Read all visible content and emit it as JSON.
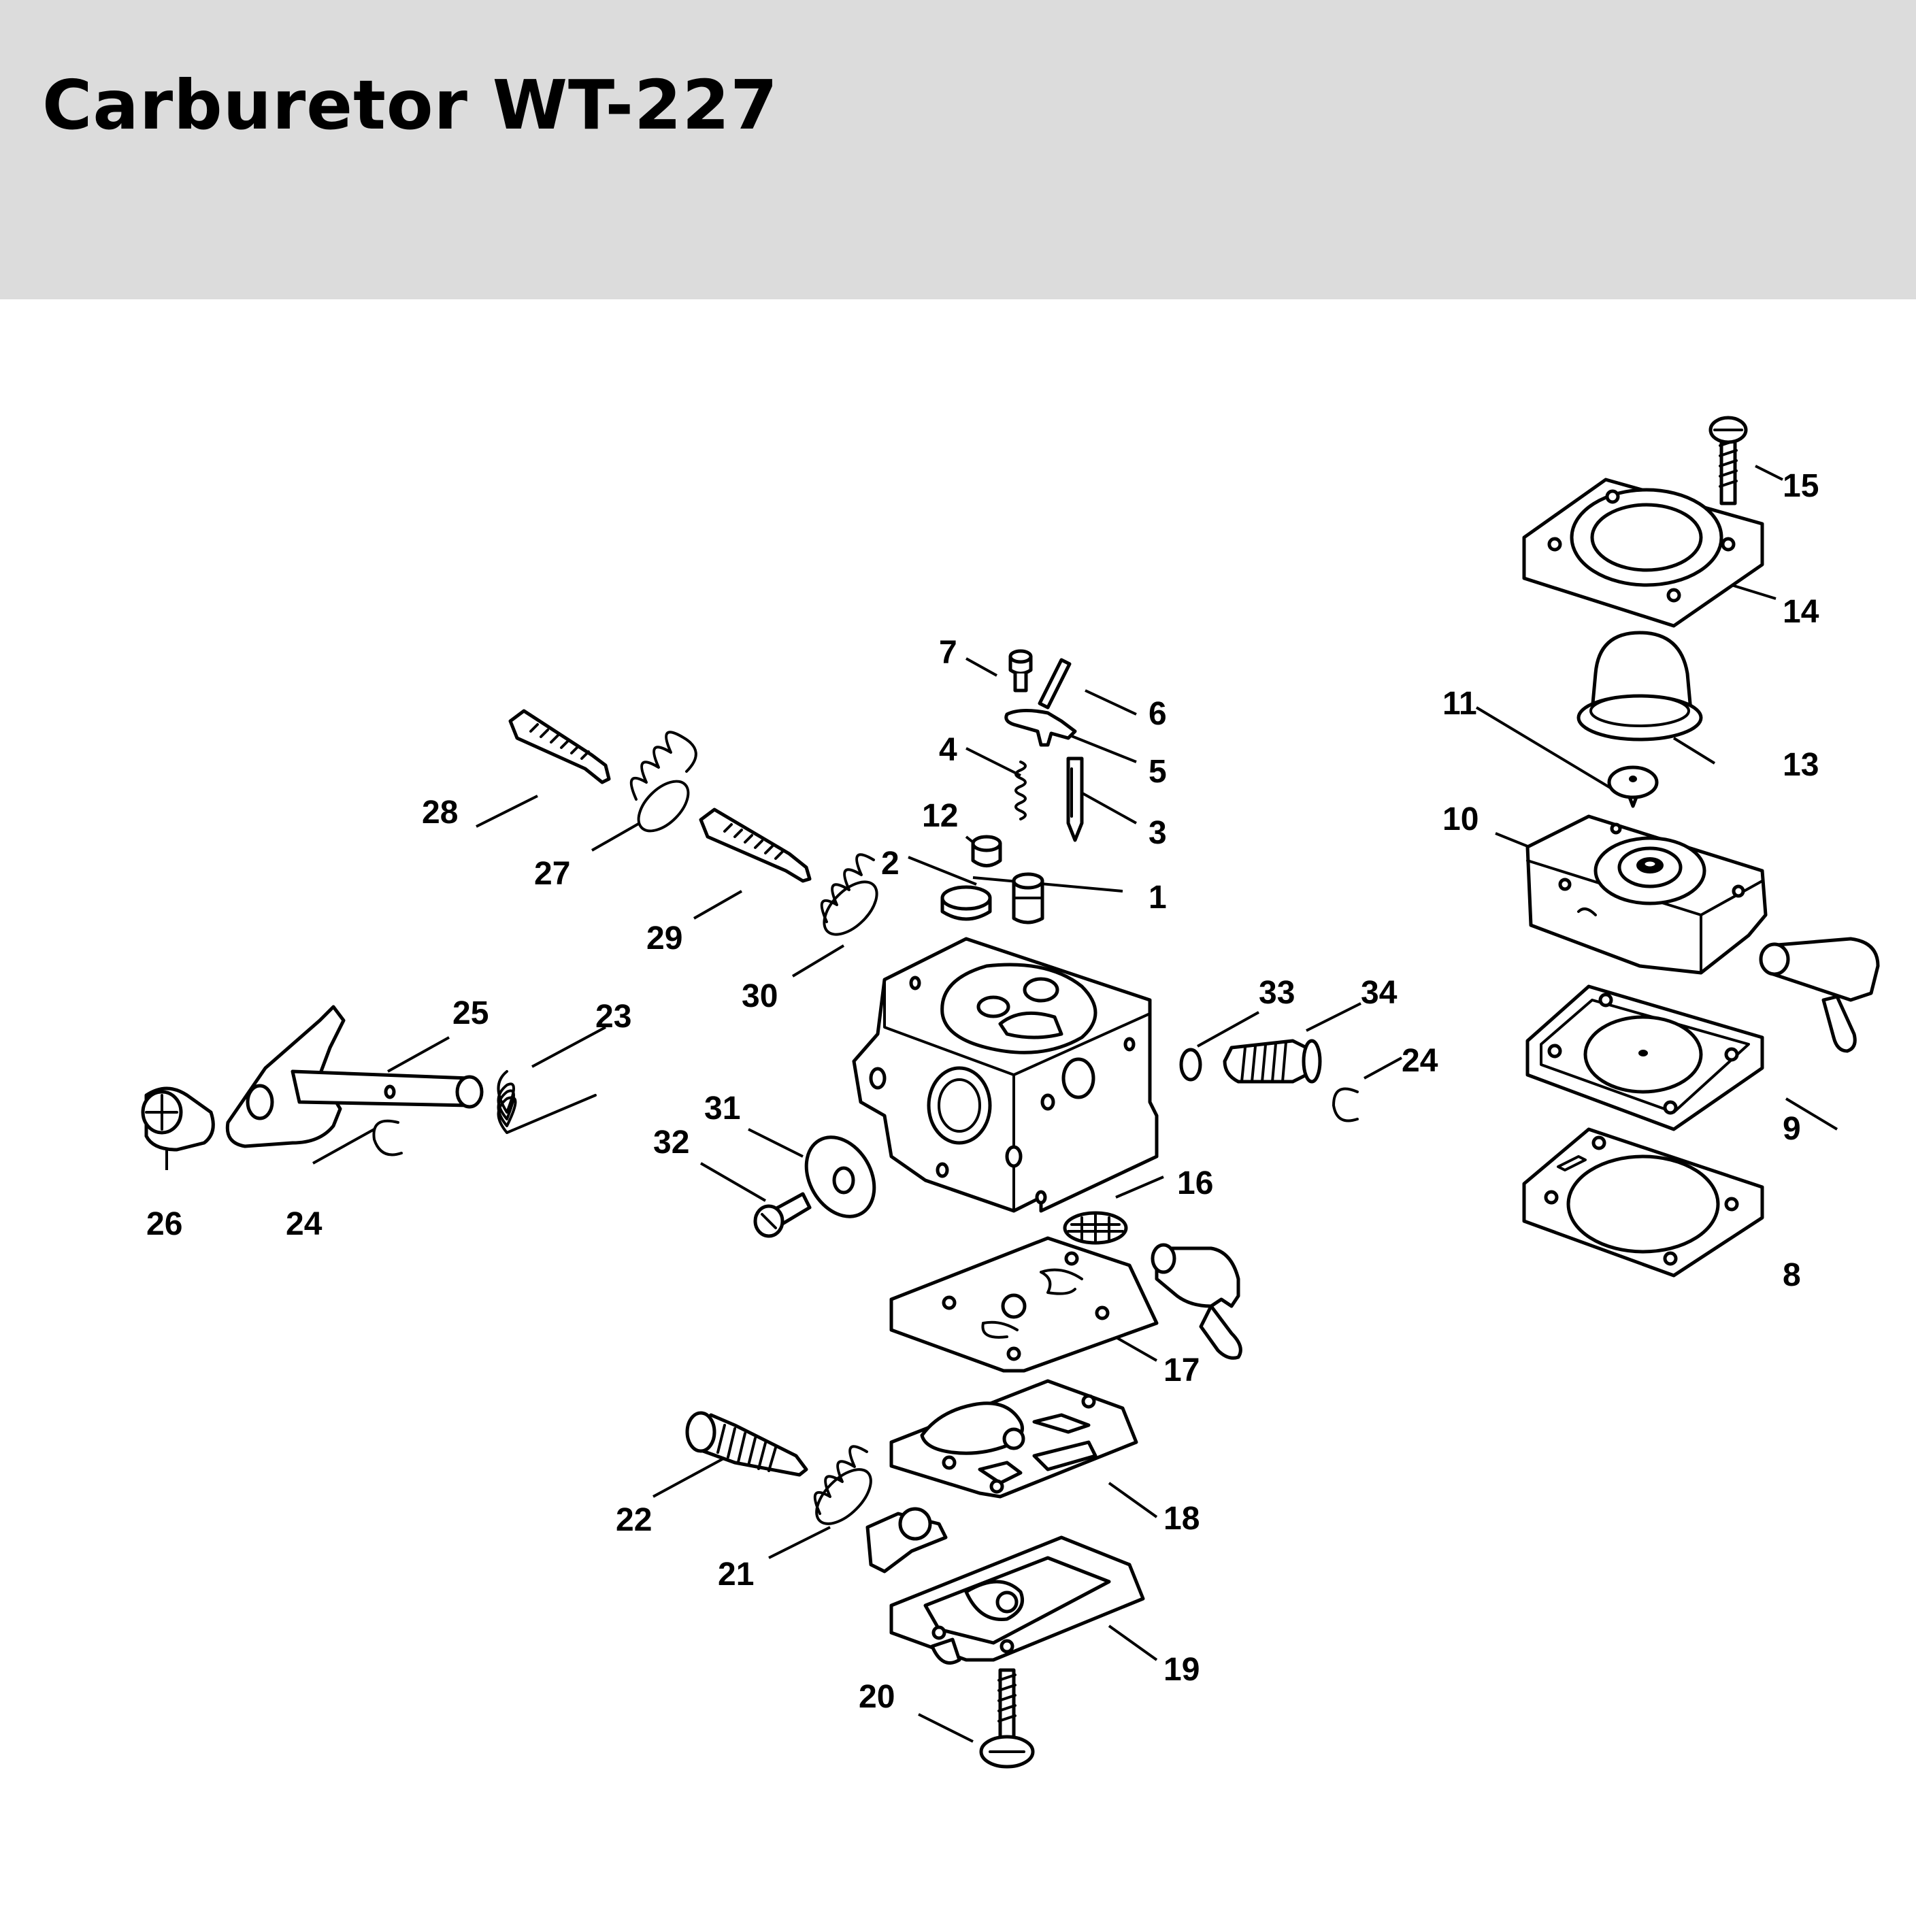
{
  "title": "Carburetor WT-227",
  "colors": {
    "header_bg": "#dcdcdc",
    "line": "#000000",
    "background": "#ffffff"
  },
  "callouts": {
    "c1": "1",
    "c2": "2",
    "c3": "3",
    "c4": "4",
    "c5": "5",
    "c6": "6",
    "c7": "7",
    "c8": "8",
    "c9": "9",
    "c10": "10",
    "c11": "11",
    "c12": "12",
    "c13": "13",
    "c14": "14",
    "c15": "15",
    "c16": "16",
    "c17": "17",
    "c18": "18",
    "c19": "19",
    "c20": "20",
    "c21": "21",
    "c22": "22",
    "c23": "23",
    "c24a": "24",
    "c24b": "24",
    "c25": "25",
    "c26": "26",
    "c27": "27",
    "c28": "28",
    "c29": "29",
    "c30": "30",
    "c31": "31",
    "c32": "32",
    "c33": "33",
    "c34": "34"
  }
}
